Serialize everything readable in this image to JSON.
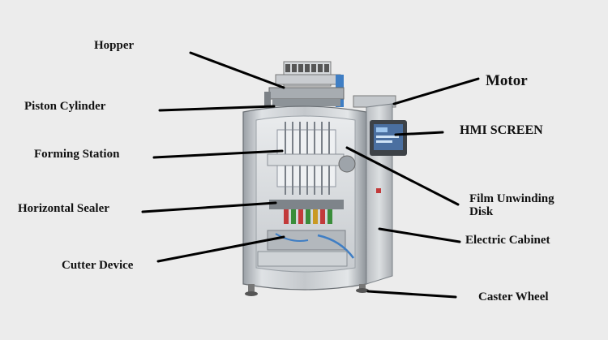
{
  "diagram": {
    "title": "",
    "labels": {
      "hopper": "Hopper",
      "piston_cylinder": "Piston Cylinder",
      "forming_station": "Forming Station",
      "horizontal_sealer": "Horizontal Sealer",
      "cutter_device": "Cutter Device",
      "motor": "Motor",
      "hmi_screen": "HMI SCREEN",
      "film_unwinding_disk": "Film Unwinding Disk",
      "electric_cabinet": "Electric Cabinet",
      "caster_wheel": "Caster Wheel"
    },
    "colors": {
      "background": "#ececec",
      "machine_body": "#c8cbce",
      "steel_dark": "#6f747a",
      "leader_line": "#000000",
      "screen": "#4a6fa0"
    }
  }
}
